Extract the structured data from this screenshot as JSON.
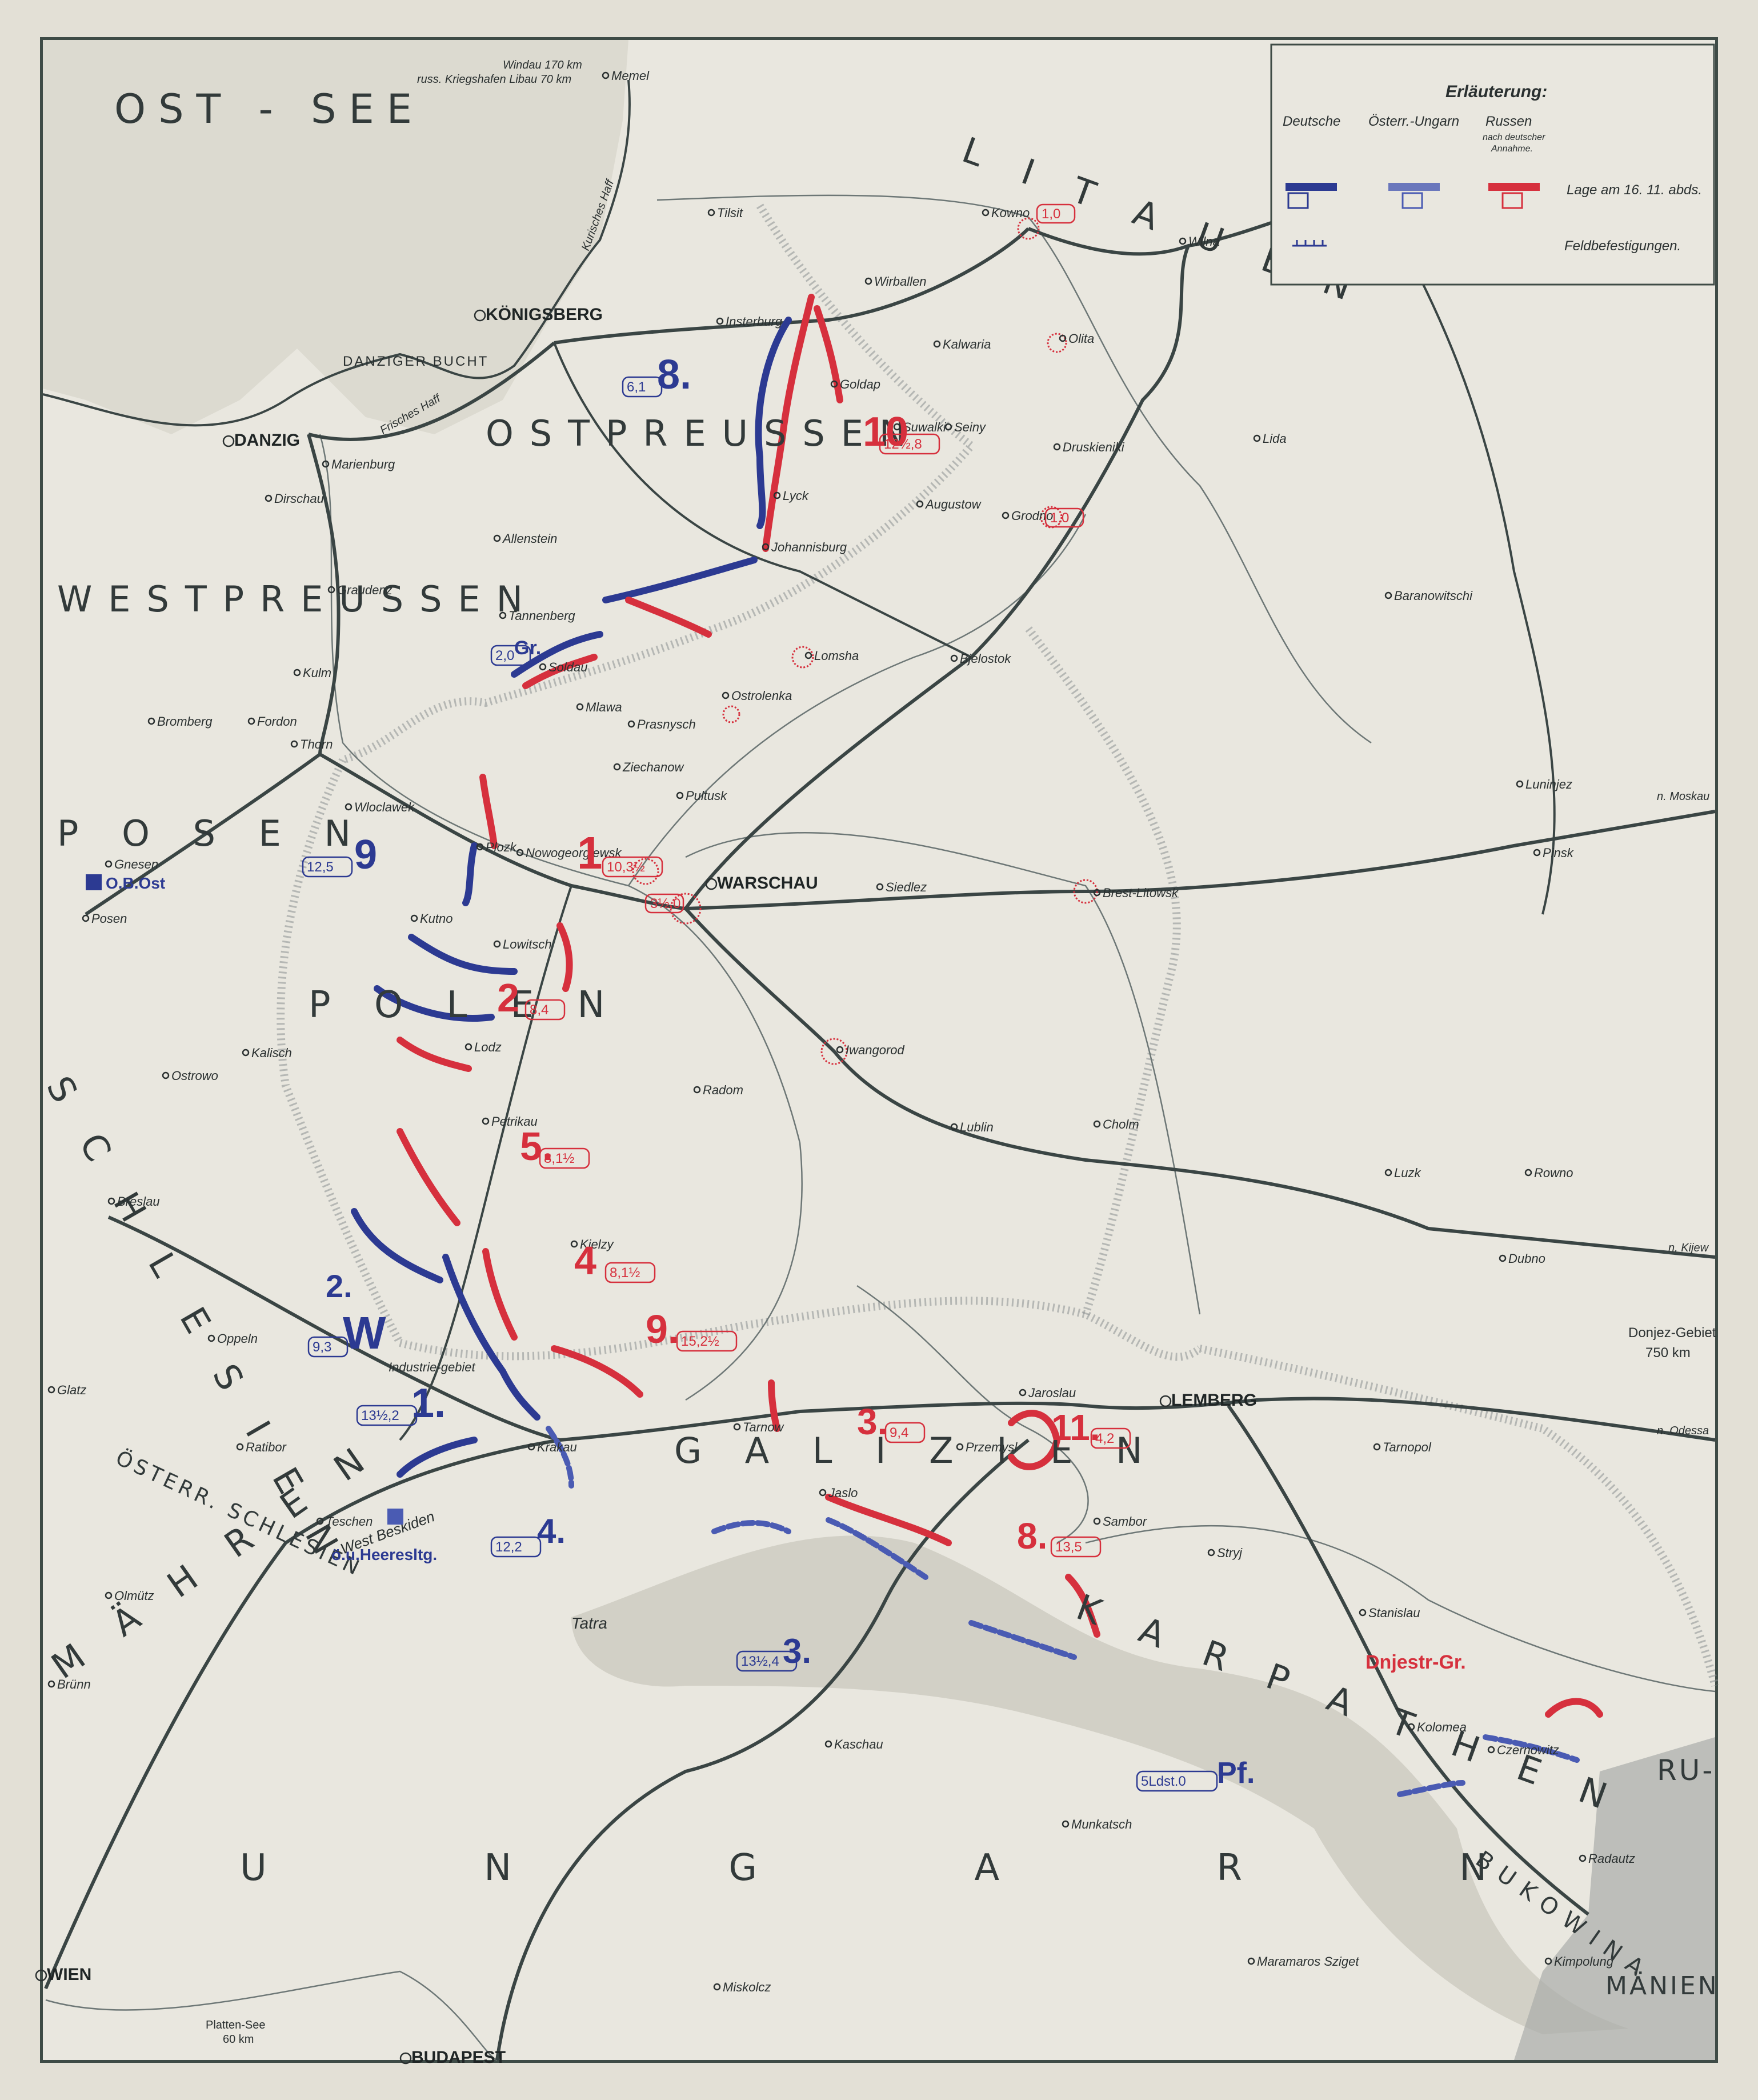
{
  "regions": {
    "ostsee": "OST - SEE",
    "litauen": "L I T A U E N",
    "ostpreussen": "OSTPREUSSEN",
    "westpreussen": "WESTPREUSSEN",
    "posen": "P O S E N",
    "polen": "P O L E N",
    "schlesien": "S C H L E S I E N",
    "oesterr_schlesien": "ÖSTERR. SCHLESIEN",
    "maehren": "M Ä H R E N",
    "galizien": "G A L I Z I E N",
    "karpathen": "K A R P A T H E N",
    "ungarn": "U N G A R N",
    "bukowina": "BUKOWINA",
    "rumaenien_top": "RU-",
    "rumaenien_bottom": "MÄNIEN",
    "danziger_bucht": "DANZIGER BUCHT",
    "kurisches_haff": "Kurisches Haff",
    "frisches_haff": "Frisches Haff",
    "tatra": "Tatra",
    "beskiden": "West Beskiden",
    "industrie": "Industrie-gebiet"
  },
  "legend": {
    "title": "Erläuterung:",
    "col_de": "Deutsche",
    "col_au": "Österr.-Ungarn",
    "col_ru": "Russen",
    "col_ru_note_1": "nach deutscher",
    "col_ru_note_2": "Annahme.",
    "row_position": "Lage am 16. 11. abds.",
    "row_fortifications": "Feldbefestigungen."
  },
  "notes": {
    "windau": "Windau 170 km",
    "libau": "russ. Kriegshafen Libau 70 km",
    "donjez": "Donjez-Gebiet",
    "donjez_km": "750 km",
    "platten": "Platten-See",
    "platten_km": "60 km",
    "to_moskau": "n. Moskau",
    "to_kijew": "n. Kijew",
    "to_odessa": "n. Odessa"
  },
  "cities": [
    {
      "name": "KÖNIGSBERG",
      "major": true
    },
    {
      "name": "WARSCHAU",
      "major": true
    },
    {
      "name": "LEMBERG",
      "major": true
    },
    {
      "name": "WIEN",
      "major": true
    },
    {
      "name": "BUDAPEST",
      "major": true
    },
    {
      "name": "DANZIG",
      "major": true
    },
    {
      "name": "Memel"
    },
    {
      "name": "Tilsit"
    },
    {
      "name": "Insterburg"
    },
    {
      "name": "Goldap"
    },
    {
      "name": "Kowno"
    },
    {
      "name": "Wilna"
    },
    {
      "name": "Olita"
    },
    {
      "name": "Lida"
    },
    {
      "name": "Grodno"
    },
    {
      "name": "Augustow"
    },
    {
      "name": "Suwalki"
    },
    {
      "name": "Seiny"
    },
    {
      "name": "Druskieniki"
    },
    {
      "name": "Wirballen"
    },
    {
      "name": "Kalwaria"
    },
    {
      "name": "Marienburg"
    },
    {
      "name": "Dirschau"
    },
    {
      "name": "Graudenz"
    },
    {
      "name": "Allenstein"
    },
    {
      "name": "Lyck"
    },
    {
      "name": "Johannisburg"
    },
    {
      "name": "Tannenberg"
    },
    {
      "name": "Soldau"
    },
    {
      "name": "Mlawa"
    },
    {
      "name": "Bromberg"
    },
    {
      "name": "Thorn"
    },
    {
      "name": "Kulm"
    },
    {
      "name": "Fordon"
    },
    {
      "name": "Lomsha"
    },
    {
      "name": "Bjelostok"
    },
    {
      "name": "Ostrolenka"
    },
    {
      "name": "Prasnysch"
    },
    {
      "name": "Ziechanow"
    },
    {
      "name": "Pultusk"
    },
    {
      "name": "Nowogeorgiewsk"
    },
    {
      "name": "Wloclawek"
    },
    {
      "name": "Plozk"
    },
    {
      "name": "Kutno"
    },
    {
      "name": "Lowitsch"
    },
    {
      "name": "Lodz"
    },
    {
      "name": "Petrikau"
    },
    {
      "name": "Brest-Litowsk"
    },
    {
      "name": "Siedlez"
    },
    {
      "name": "Iwangorod"
    },
    {
      "name": "Lublin"
    },
    {
      "name": "Cholm"
    },
    {
      "name": "Radom"
    },
    {
      "name": "Kjelzy"
    },
    {
      "name": "Posen"
    },
    {
      "name": "Gnesen"
    },
    {
      "name": "Ostrowo"
    },
    {
      "name": "Kalisch"
    },
    {
      "name": "Breslau"
    },
    {
      "name": "Oppeln"
    },
    {
      "name": "Glatz"
    },
    {
      "name": "Ratibor"
    },
    {
      "name": "Olmütz"
    },
    {
      "name": "Brünn"
    },
    {
      "name": "Teschen"
    },
    {
      "name": "Krakau"
    },
    {
      "name": "Tarnow"
    },
    {
      "name": "Jaslo"
    },
    {
      "name": "Przemysl"
    },
    {
      "name": "Jaroslau"
    },
    {
      "name": "Sambor"
    },
    {
      "name": "Stryj"
    },
    {
      "name": "Stanislau"
    },
    {
      "name": "Kolomea"
    },
    {
      "name": "Czernowitz"
    },
    {
      "name": "Tarnopol"
    },
    {
      "name": "Luzk"
    },
    {
      "name": "Rowno"
    },
    {
      "name": "Dubno"
    },
    {
      "name": "Kaschau"
    },
    {
      "name": "Munkatsch"
    },
    {
      "name": "Miskolcz"
    },
    {
      "name": "Maramaros Sziget"
    },
    {
      "name": "Radautz"
    },
    {
      "name": "Kimpolung"
    },
    {
      "name": "Luninjez"
    },
    {
      "name": "Baranowitschi"
    },
    {
      "name": "Pinsk"
    }
  ],
  "armies": {
    "de": [
      {
        "label": "8.",
        "strength": "6,1"
      },
      {
        "label": "9",
        "strength": "12,5"
      },
      {
        "label": "W",
        "strength": "9,3"
      },
      {
        "label": "1.",
        "strength": "13½,2"
      },
      {
        "label": "4.",
        "strength": "12,2"
      },
      {
        "label": "3.",
        "strength": "13½,4"
      },
      {
        "label": "Pf.",
        "strength": "5Ldst.0"
      },
      {
        "label": "Gr.",
        "strength": "2,0"
      },
      {
        "label": "2.",
        "strength": ""
      }
    ],
    "ru": [
      {
        "label": "10",
        "strength": "12½,8"
      },
      {
        "label": "1",
        "strength": "10,3½"
      },
      {
        "label": "2",
        "strength": "8,4"
      },
      {
        "label": "5.",
        "strength": "8,1½"
      },
      {
        "label": "4",
        "strength": "8,1½"
      },
      {
        "label": "9.",
        "strength": "15,2½"
      },
      {
        "label": "3.",
        "strength": "9,4"
      },
      {
        "label": "11.",
        "strength": "4,2"
      },
      {
        "label": "8.",
        "strength": "13,5"
      },
      {
        "label": "Dnjestr-Gr.",
        "strength": ""
      }
    ],
    "fortresses": [
      {
        "name": "Kowno",
        "strength": "1,0"
      },
      {
        "name": "Grodno",
        "strength": "1,0"
      },
      {
        "name": "Warschau",
        "strength": "3½,0"
      }
    ]
  },
  "hq": {
    "ob_ost": "O.B.Ost",
    "ou_heeresltg": "ö.u.Heeresltg."
  },
  "colors": {
    "russians": "#d6303d",
    "germans": "#2c3a92",
    "austro_hungarians": "#4a5bb3",
    "paper": "#e9e7df",
    "ink": "#3a4544"
  }
}
